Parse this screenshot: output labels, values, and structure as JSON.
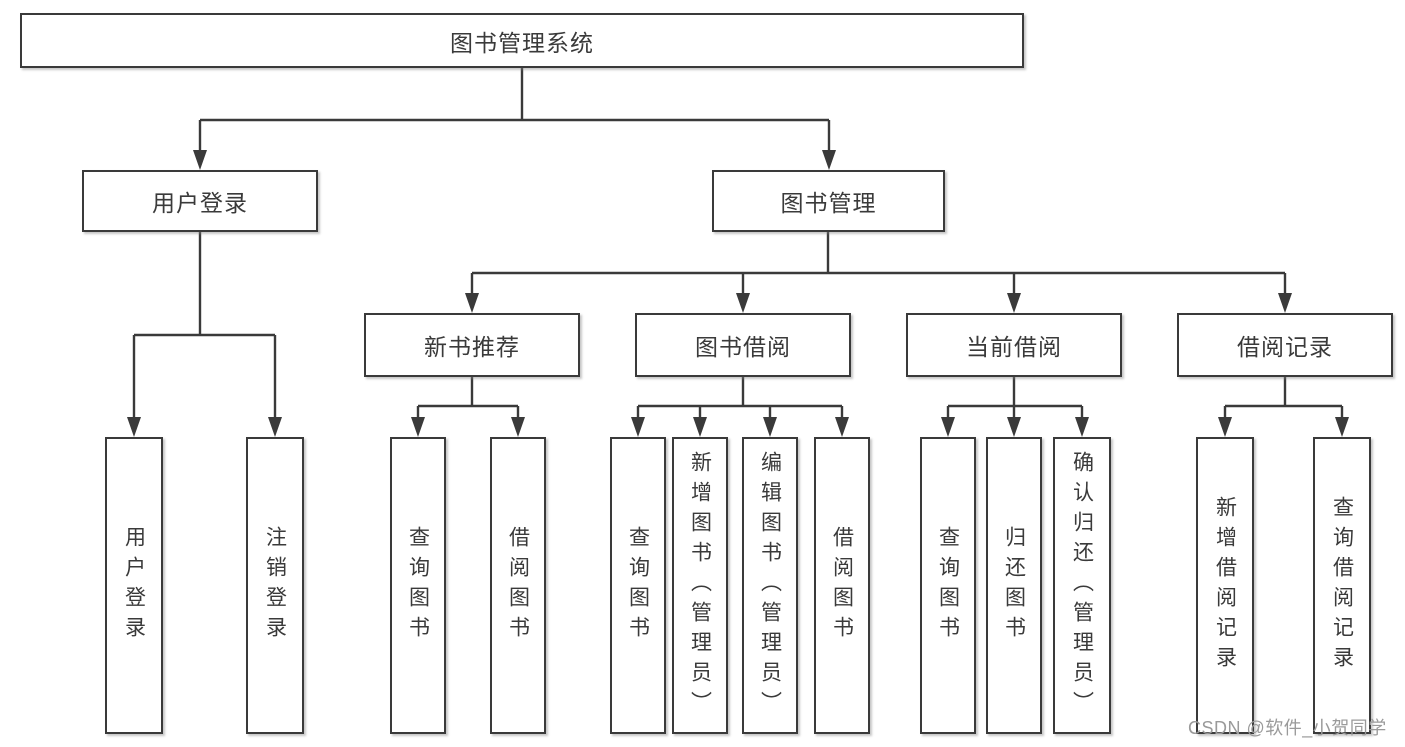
{
  "diagram": {
    "title": "图书管理系统",
    "root": {
      "label": "图书管理系统"
    },
    "level2": {
      "user_login": {
        "label": "用户登录"
      },
      "book_management": {
        "label": "图书管理"
      }
    },
    "level3": {
      "new_book_recommend": {
        "label": "新书推荐"
      },
      "book_borrow": {
        "label": "图书借阅"
      },
      "current_borrow": {
        "label": "当前借阅"
      },
      "borrow_record": {
        "label": "借阅记录"
      }
    },
    "leaves": {
      "user_login": {
        "label": "用户登录"
      },
      "logout": {
        "label": "注销登录"
      },
      "recommend_query_books": {
        "label": "查询图书"
      },
      "recommend_borrow_books": {
        "label": "借阅图书"
      },
      "borrow_query_books": {
        "label": "查询图书"
      },
      "add_books_admin": {
        "label": "新增图书（管理员）"
      },
      "edit_books_admin": {
        "label": "编辑图书（管理员）"
      },
      "borrow_borrow_books": {
        "label": "借阅图书"
      },
      "current_query_books": {
        "label": "查询图书"
      },
      "return_books": {
        "label": "归还图书"
      },
      "confirm_return_admin": {
        "label": "确认归还（管理员）"
      },
      "add_borrow_record": {
        "label": "新增借阅记录"
      },
      "query_borrow_record": {
        "label": "查询借阅记录"
      }
    },
    "watermark": "CSDN @软件_小贺同学",
    "colors": {
      "line": "#3a3a3a",
      "text": "#3a3a3a",
      "box_background": "#ffffff",
      "page_background": "#ffffff",
      "watermark": "#9a9a9a"
    }
  }
}
